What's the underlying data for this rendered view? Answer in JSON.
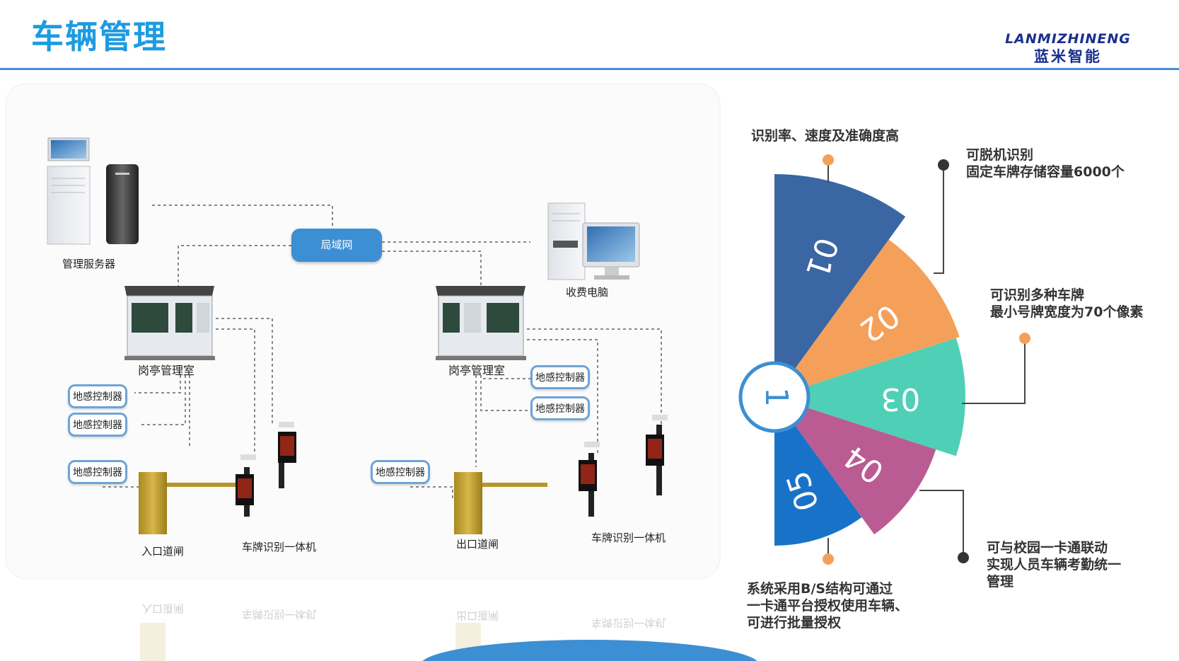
{
  "header": {
    "title": "车辆管理",
    "logo_en": "LANMIZHINENG",
    "logo_cn": "蓝米智能"
  },
  "network": {
    "lan_label": "局域网",
    "server_label": "管理服务器",
    "pc_label": "收费电脑",
    "left_booth_label": "岗亭管理室",
    "right_booth_label": "岗亭管理室",
    "left_gate_label": "入口道闸",
    "right_gate_label": "出口道闸",
    "left_camera_label": "车牌识别一体机",
    "right_camera_label": "车牌识别一体机",
    "sensor_label": "地感控制器"
  },
  "features": {
    "hub_number": "1",
    "segments": [
      {
        "number": "01",
        "color": "#3a66a3",
        "text": [
          "识别率、速度及准确度高"
        ]
      },
      {
        "number": "02",
        "color": "#f4a05a",
        "text": [
          "可脱机识别",
          "固定车牌存储容量6000个"
        ]
      },
      {
        "number": "03",
        "color": "#4fd0b6",
        "text": [
          "可识别多种车牌",
          "最小号牌宽度为70个像素"
        ]
      },
      {
        "number": "04",
        "color": "#bb5b93",
        "text": [
          "可与校园一卡通联动",
          "实现人员车辆考勤统一",
          "管理"
        ]
      },
      {
        "number": "05",
        "color": "#1872c8",
        "text": [
          "系统采用B/S结构可通过",
          "一卡通平台授权使用车辆、",
          "可进行批量授权"
        ]
      }
    ]
  }
}
